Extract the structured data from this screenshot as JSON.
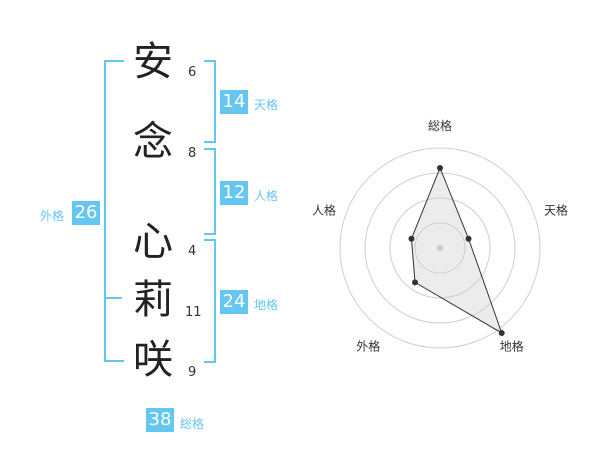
{
  "name": {
    "chars": [
      {
        "char": "安",
        "strokes": "6"
      },
      {
        "char": "念",
        "strokes": "8"
      },
      {
        "char": "心",
        "strokes": "4"
      },
      {
        "char": "莉",
        "strokes": "11"
      },
      {
        "char": "咲",
        "strokes": "9"
      }
    ]
  },
  "kakaku": {
    "tenkaku": {
      "value": "14",
      "label": "天格"
    },
    "jinkaku": {
      "value": "12",
      "label": "人格"
    },
    "chikaku": {
      "value": "24",
      "label": "地格"
    },
    "gaikaku": {
      "value": "26",
      "label": "外格"
    },
    "soukaku": {
      "value": "38",
      "label": "総格"
    }
  },
  "colors": {
    "accent": "#66c6f2",
    "text": "#222222"
  },
  "chart_data": {
    "type": "radar",
    "axes": [
      "総格",
      "天格",
      "地格",
      "外格",
      "人格"
    ],
    "rings": 4,
    "range": [
      0,
      4
    ],
    "values": [
      3.2,
      1.2,
      4.2,
      1.7,
      1.2
    ]
  }
}
